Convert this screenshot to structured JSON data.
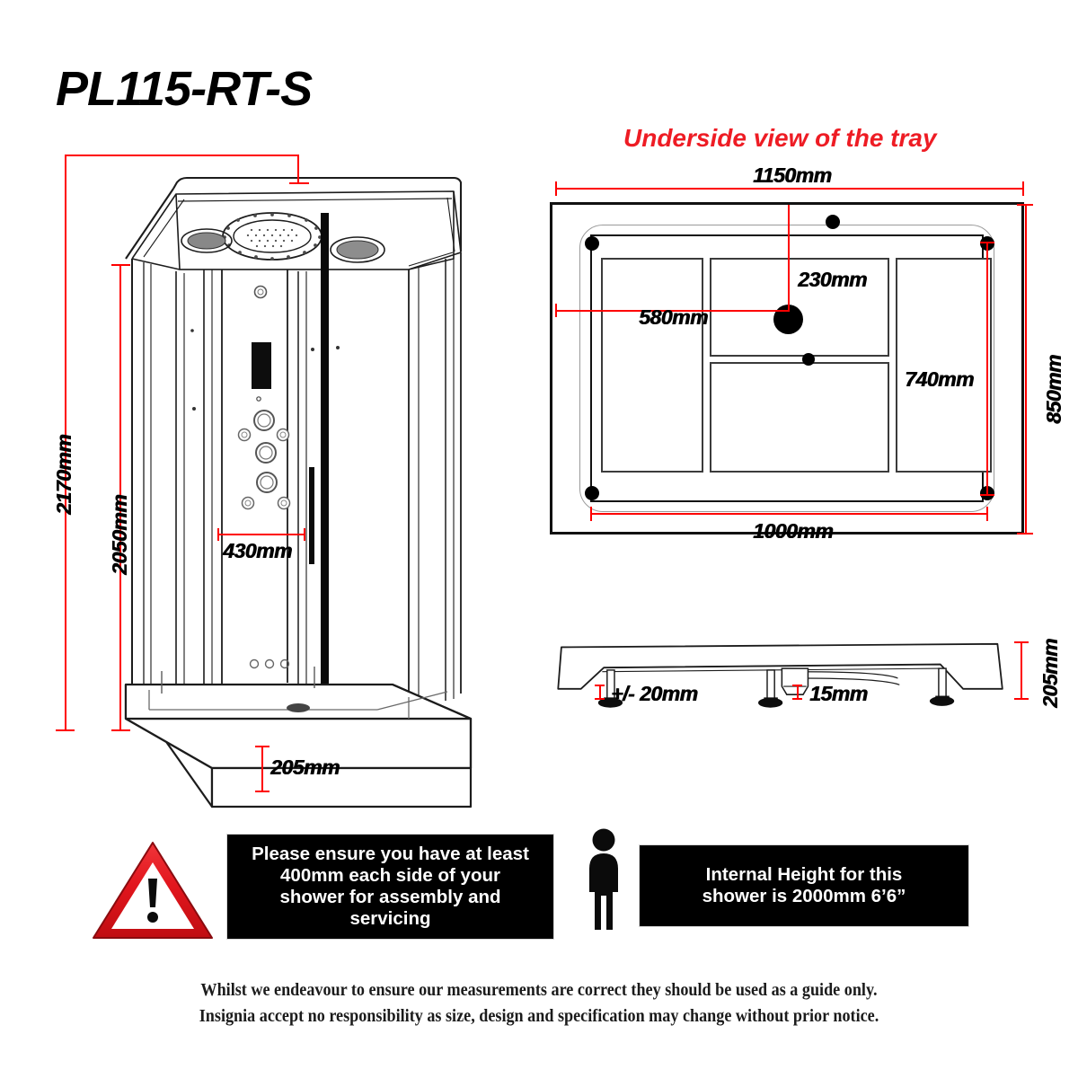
{
  "document": {
    "model_title": "PL115-RT-S",
    "tray_caption": "Underside view of the tray"
  },
  "cabinet_view": {
    "name": "shower-cabin-isometric",
    "dimensions": {
      "overall_height": "2170mm",
      "cabin_height": "2050mm",
      "door_opening_width": "430mm",
      "tray_height": "205mm"
    }
  },
  "tray_view": {
    "name": "tray-underside-plan",
    "dimensions": {
      "overall_width": "1150mm",
      "overall_depth": "850mm",
      "foot_span_width": "1000mm",
      "foot_span_depth": "740mm",
      "drain_from_left": "580mm",
      "drain_from_top": "230mm"
    }
  },
  "profile_view": {
    "name": "tray-side-profile",
    "dimensions": {
      "leg_adjust": "+/- 20mm",
      "trap_clearance": "15mm",
      "tray_height": "205mm"
    }
  },
  "notices": {
    "clearance_warning": {
      "icon": "warning-triangle-icon",
      "lines": [
        "Please ensure you have at least",
        "400mm each side of your",
        "shower for assembly and",
        "servicing"
      ]
    },
    "height_note": {
      "icon": "person-icon",
      "lines": [
        "Internal Height for this",
        "shower is 2000mm 6’6”"
      ]
    }
  },
  "disclaimer": {
    "line1": "Whilst we endeavour to ensure our measurements are correct they should be used as a guide only.",
    "line2": "Insignia accept no responsibility as size, design and specification may change without prior notice."
  },
  "colors": {
    "dimension_red": "#fe0000",
    "caption_red": "#ee1c24",
    "outline_black": "#111111",
    "banner_bg": "#000000"
  }
}
